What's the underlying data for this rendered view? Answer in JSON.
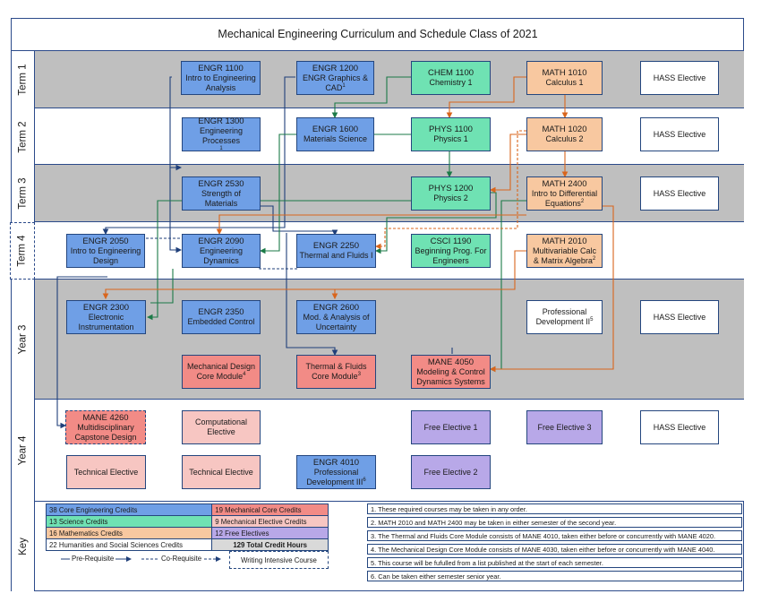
{
  "title": "Mechanical Engineering Curriculum and Schedule Class of 2021",
  "rows": [
    "Term 1",
    "Term 2",
    "Term 3",
    "Term 4",
    "Year 3",
    "Year 4",
    "Key"
  ],
  "courses": {
    "engr1100": {
      "code": "ENGR 1100",
      "name": "Intro to Engineering Analysis"
    },
    "engr1200": {
      "code": "ENGR 1200",
      "name": "ENGR Graphics & CAD",
      "sup": "1"
    },
    "chem1100": {
      "code": "CHEM 1100",
      "name": "Chemistry 1"
    },
    "math1010": {
      "code": "MATH 1010",
      "name": "Calculus 1"
    },
    "hass1": {
      "name": "HASS Elective"
    },
    "engr1300": {
      "code": "ENGR 1300",
      "name": "Engineering Processes",
      "sup": "1"
    },
    "engr1600": {
      "code": "ENGR 1600",
      "name": "Materials Science"
    },
    "phys1100": {
      "code": "PHYS 1100",
      "name": "Physics 1"
    },
    "math1020": {
      "code": "MATH 1020",
      "name": "Calculus 2"
    },
    "hass2": {
      "name": "HASS Elective"
    },
    "engr2530": {
      "code": "ENGR 2530",
      "name": "Strength of Materials"
    },
    "phys1200": {
      "code": "PHYS 1200",
      "name": "Physics 2"
    },
    "math2400": {
      "code": "MATH 2400",
      "name": "Intro to Differential Equations",
      "sup": "2"
    },
    "hass3": {
      "name": "HASS Elective"
    },
    "engr2050": {
      "code": "ENGR 2050",
      "name": "Intro to Engineering Design"
    },
    "engr2090": {
      "code": "ENGR 2090",
      "name": "Engineering Dynamics"
    },
    "engr2250": {
      "code": "ENGR 2250",
      "name": "Thermal and Fluids I"
    },
    "csci1190": {
      "code": "CSCI 1190",
      "name": "Beginning Prog. For Engineers"
    },
    "math2010": {
      "code": "MATH 2010",
      "name": "Multivariable Calc & Matrix Algebra",
      "sup": "2"
    },
    "engr2300": {
      "code": "ENGR 2300",
      "name": "Electronic Instrumentation"
    },
    "engr2350": {
      "code": "ENGR 2350",
      "name": "Embedded Control"
    },
    "engr2600": {
      "code": "ENGR 2600",
      "name": "Mod. & Analysis of Uncertainty"
    },
    "profdev2": {
      "name": "Professional Development II",
      "sup": "5"
    },
    "hass4": {
      "name": "HASS Elective"
    },
    "mechdesign": {
      "name": "Mechanical Design Core Module",
      "sup": "4"
    },
    "thermfluids": {
      "name": "Thermal & Fluids Core Module",
      "sup": "3"
    },
    "mane4050": {
      "code": "MANE 4050",
      "name": "Modeling & Control Dynamics Systems"
    },
    "mane4260": {
      "code": "MANE 4260",
      "name": "Multidisciplinary Capstone Design"
    },
    "compelec": {
      "name": "Computational Elective"
    },
    "free1": {
      "name": "Free Elective 1"
    },
    "free3": {
      "name": "Free Elective 3"
    },
    "hass5": {
      "name": "HASS Elective"
    },
    "tech1": {
      "name": "Technical Elective"
    },
    "tech2": {
      "name": "Technical Elective"
    },
    "engr4010": {
      "code": "ENGR 4010",
      "name": "Professional Development III",
      "sup": "6"
    },
    "free2": {
      "name": "Free Elective 2"
    }
  },
  "key": {
    "core_eng": "38 Core Engineering Credits",
    "mech_core": "19 Mechanical Core Credits",
    "science": "13 Science Credits",
    "mech_elective": "9 Mechanical Elective  Credits",
    "math": "16 Mathematics Credits",
    "free": "12 Free Electives",
    "hass": "22 Humanities and Social Sciences Credits",
    "total": "129 Total Credit Hours",
    "prereq": "Pre-Requisite",
    "coreq": "Co-Requisite",
    "writing": "Writing Intensive Course"
  },
  "notes": [
    "1.   These required courses may be taken in any order.",
    "2.  MATH 2010 and MATH 2400 may be taken in either semester of the second year.",
    "3.  The Thermal and Fluids Core Module consists of MANE 4010, taken either before or concurrently with MANE 4020.",
    "4.  The Mechanical Design Core Module consists of MANE 4030, taken either before or concurrently with MANE 4040.",
    "5. This course will be fufulled from a list published at the start of each semester.",
    "6. Can be taken either semester senior year."
  ],
  "colors": {
    "engineering": "#6f9fe6",
    "science": "#6fe2b3",
    "math": "#f8c8a0",
    "mech_core": "#f28b86",
    "mech_elective": "#f7c6c2",
    "free": "#b8a8e8",
    "border": "#24467e",
    "prereq_line": "#1f3f7a",
    "green_line": "#1b7a47",
    "orange_line": "#d9651c",
    "band_grey": "#bfbfbf"
  }
}
